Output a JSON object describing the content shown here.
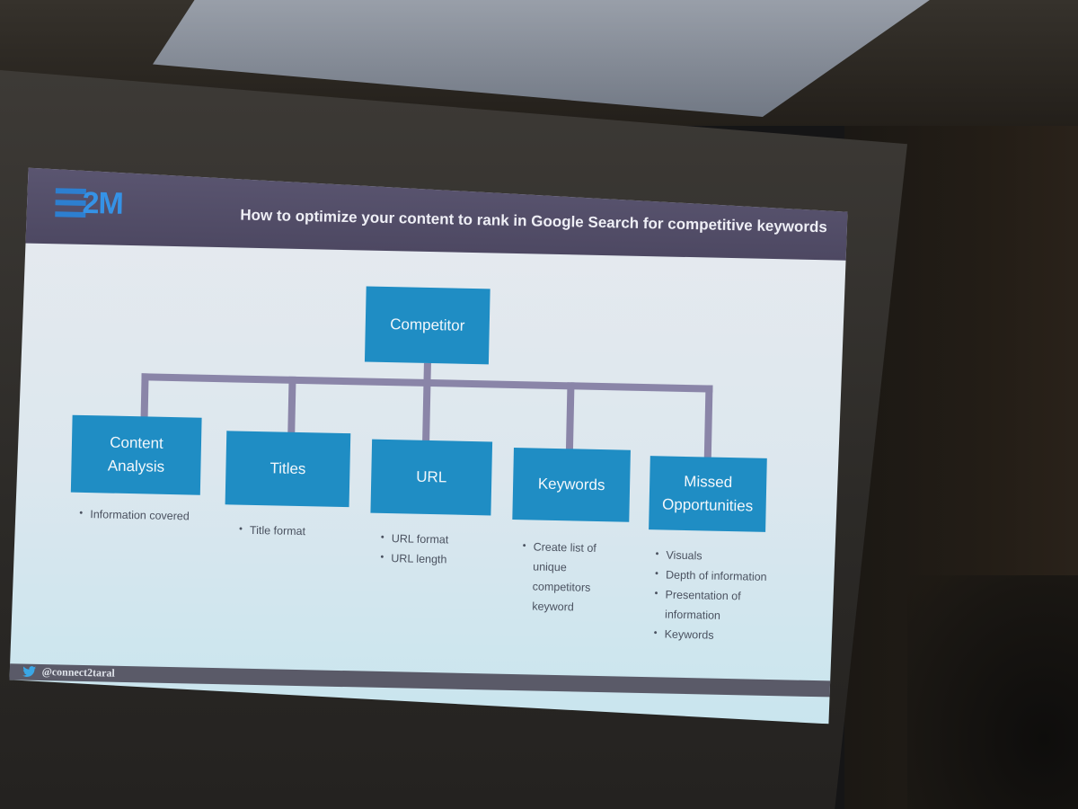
{
  "logo": {
    "text": "2M",
    "color": "#2d7fd0"
  },
  "slide": {
    "title": "How to optimize your content to rank in Google Search for competitive keywords",
    "header_color": "#4d4862",
    "box_color": "#1f8dc4",
    "root": {
      "label": "Competitor"
    },
    "branches": [
      {
        "label": "Content\nAnalysis",
        "bullets": [
          "Information covered"
        ]
      },
      {
        "label": "Titles",
        "bullets": [
          "Title format"
        ]
      },
      {
        "label": "URL",
        "bullets": [
          "URL format",
          "URL length"
        ]
      },
      {
        "label": "Keywords",
        "bullets": [
          "Create list of unique competitors keyword"
        ]
      },
      {
        "label": "Missed\nOpportunities",
        "bullets": [
          "Visuals",
          "Depth of information",
          "Presentation of information",
          "Keywords"
        ]
      }
    ]
  },
  "footer": {
    "handle": "@connect2taral",
    "icon": "twitter-icon"
  }
}
